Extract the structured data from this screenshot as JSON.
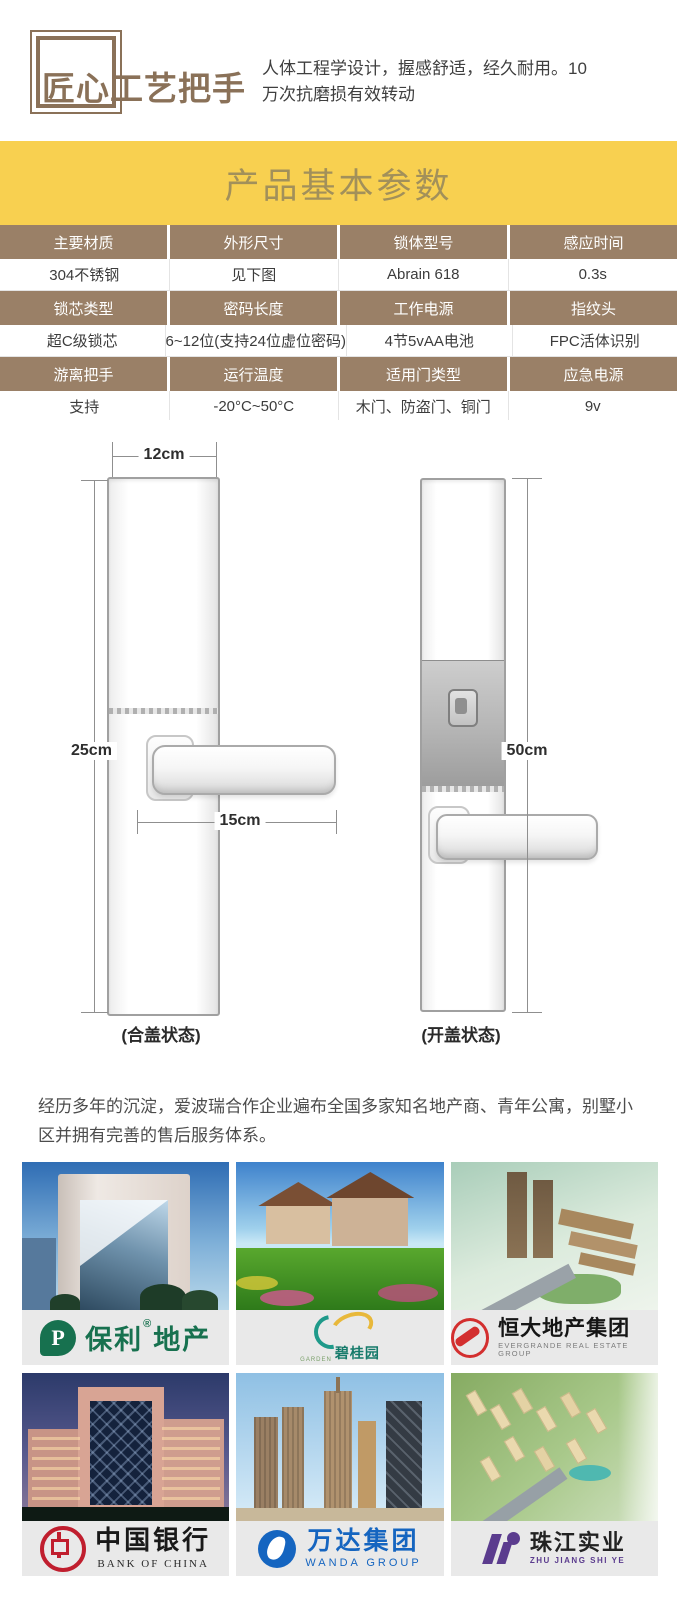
{
  "header": {
    "badge": "匠心工艺把手",
    "description": "人体工程学设计，握感舒适，经久耐用。10万次抗磨损有效转动"
  },
  "banner": {
    "title": "产品基本参数"
  },
  "spec_table": {
    "groups": [
      {
        "headers": [
          "主要材质",
          "外形尺寸",
          "锁体型号",
          "感应时间"
        ],
        "values": [
          "304不锈钢",
          "见下图",
          "Abrain 618",
          "0.3s"
        ]
      },
      {
        "headers": [
          "锁芯类型",
          "密码长度",
          "工作电源",
          "指纹头"
        ],
        "values": [
          "超C级锁芯",
          "6~12位(支持24位虚位密码)",
          "4节5vAA电池",
          "FPC活体识别"
        ]
      },
      {
        "headers": [
          "游离把手",
          "运行温度",
          "适用门类型",
          "应急电源"
        ],
        "values": [
          "支持",
          "-20°C~50°C",
          "木门、防盗门、铜门",
          "9v"
        ]
      }
    ]
  },
  "diagram": {
    "width_label": "12cm",
    "height_closed": "25cm",
    "handle_label": "15cm",
    "caption_closed": "(合盖状态)",
    "height_open": "50cm",
    "caption_open": "(开盖状态)"
  },
  "partners": {
    "intro": "经历多年的沉淀，爱波瑞合作企业遍布全国多家知名地产商、青年公寓，别墅小区并拥有完善的售后服务体系。",
    "companies": [
      {
        "name": "保利地产",
        "text_left": "保利",
        "reg": "®",
        "text_right": "地产",
        "mark": "P"
      },
      {
        "name": "碧桂园",
        "sub": "GARDEN"
      },
      {
        "name": "恒大地产集团",
        "sub": "EVERGRANDE REAL ESTATE GROUP"
      },
      {
        "name": "中国银行",
        "sub": "BANK OF CHINA"
      },
      {
        "name": "万达集团",
        "sub": "WANDA GROUP"
      },
      {
        "name": "珠江实业",
        "sub": "ZHU JIANG SHI YE"
      }
    ]
  },
  "colors": {
    "brand_brown": "#8a7158",
    "banner_bg": "#f8d050",
    "banner_text": "#a2905a",
    "table_header_bg": "#9a8067",
    "poly_green": "#17714f",
    "countrygarden_teal": "#1f9a8a",
    "countrygarden_gold": "#e8b83a",
    "evergrande_red": "#d32f2f",
    "boc_red": "#c01e2e",
    "wanda_blue": "#1565c0",
    "zhujiang_purple": "#5b3c8e"
  }
}
